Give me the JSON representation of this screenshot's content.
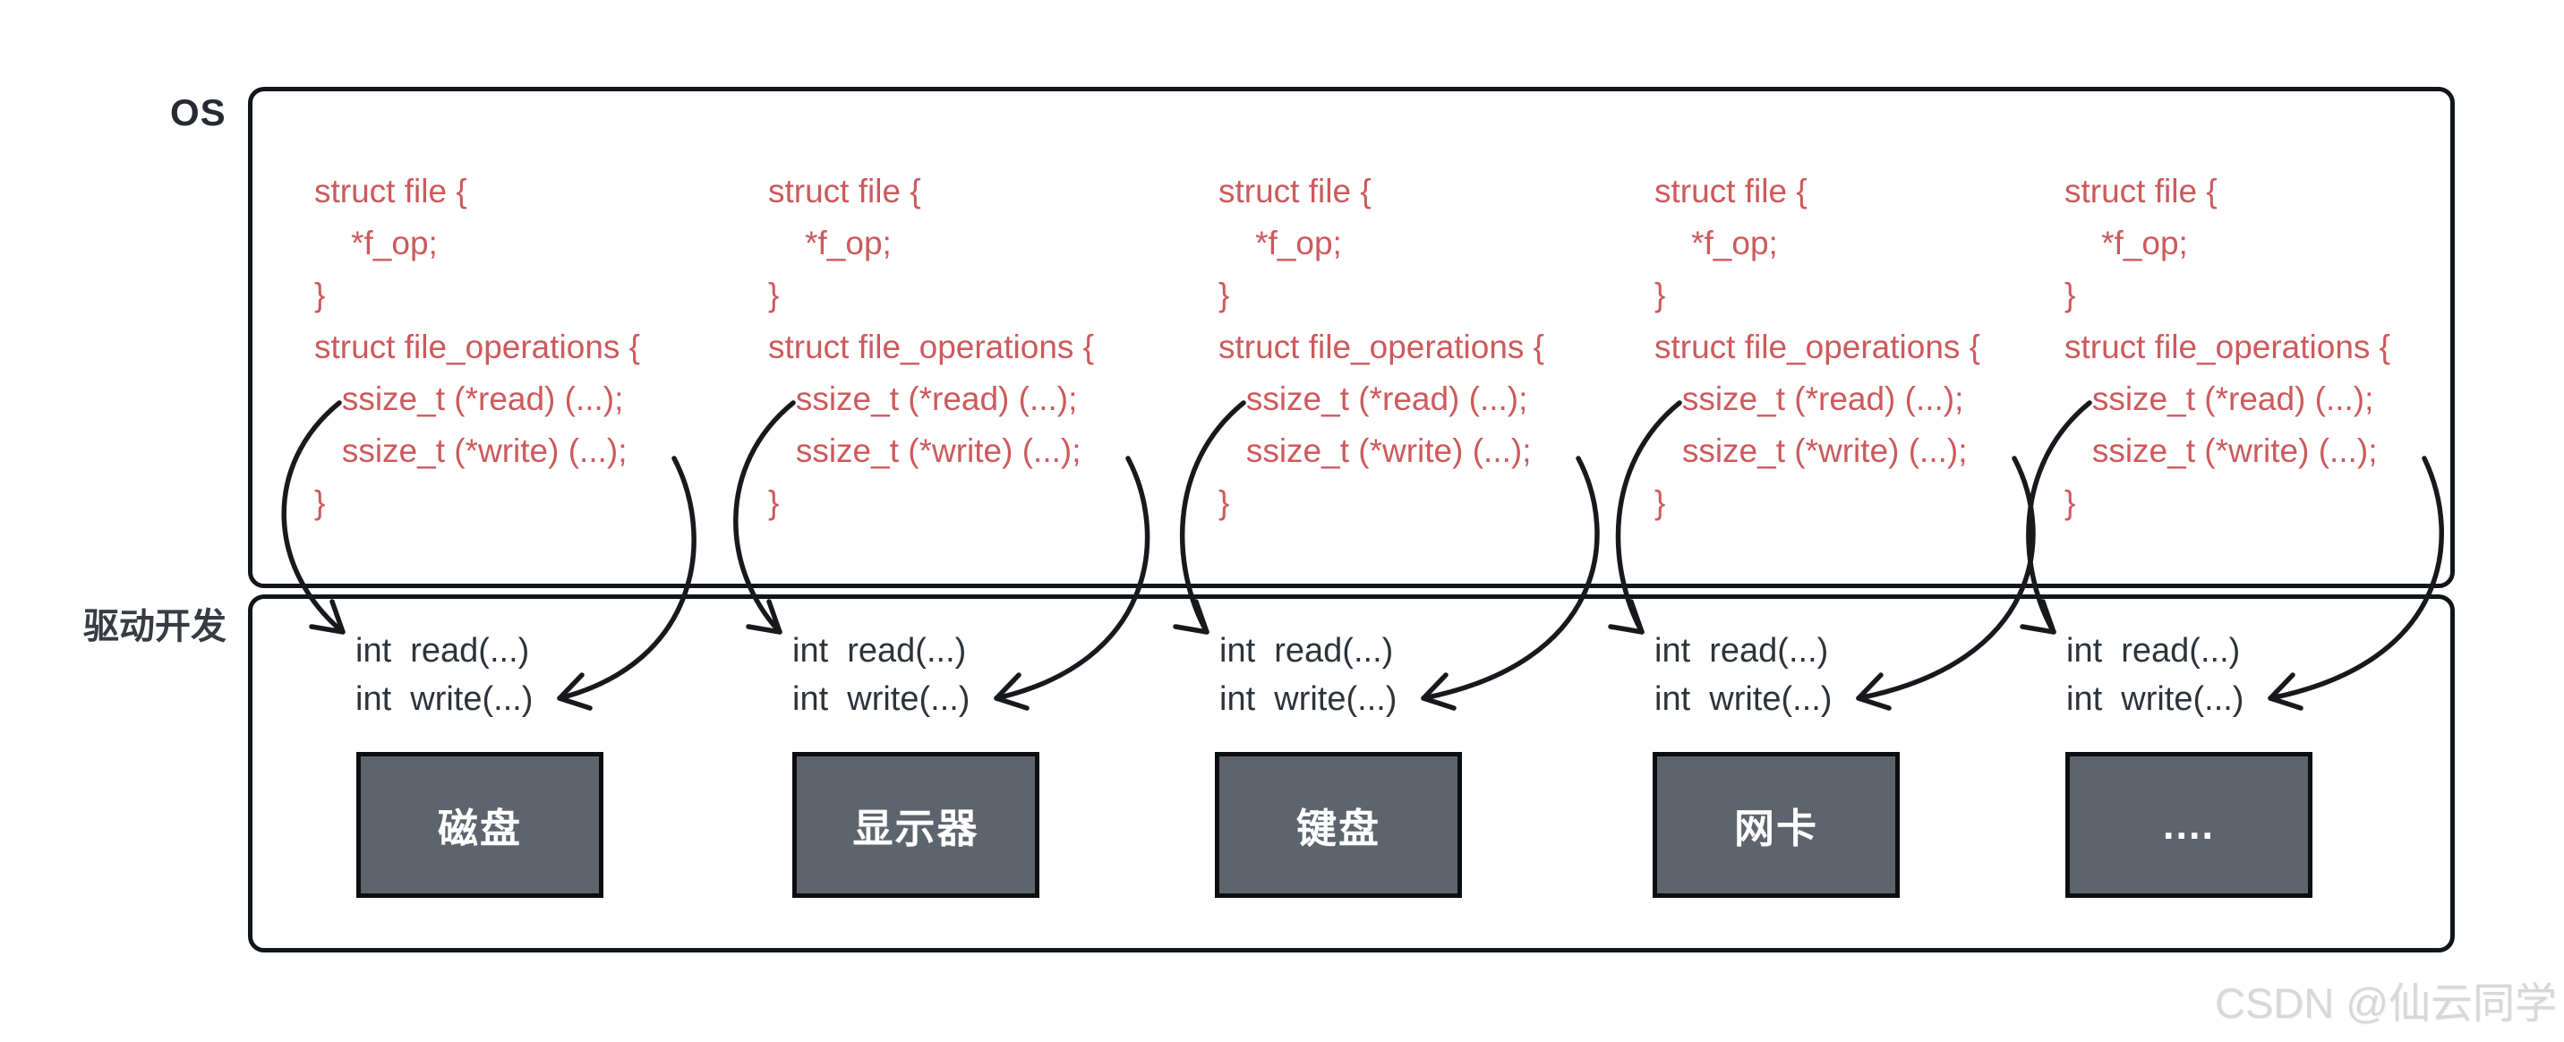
{
  "os_section": {
    "label": "OS"
  },
  "driver_section": {
    "label": "驱动开发"
  },
  "columns": [
    {
      "os_code": "struct file {\n    *f_op;\n}\nstruct file_operations {\n   ssize_t (*read) (...);\n   ssize_t (*write) (...);\n}",
      "driver_code": "int  read(...)\nint  write(...)",
      "device": "磁盘"
    },
    {
      "os_code": "struct file {\n    *f_op;\n}\nstruct file_operations {\n   ssize_t (*read) (...);\n   ssize_t (*write) (...);\n}",
      "driver_code": "int  read(...)\nint  write(...)",
      "device": "显示器"
    },
    {
      "os_code": "struct file {\n    *f_op;\n}\nstruct file_operations {\n   ssize_t (*read) (...);\n   ssize_t (*write) (...);\n}",
      "driver_code": "int  read(...)\nint  write(...)",
      "device": "键盘"
    },
    {
      "os_code": "struct file {\n    *f_op;\n}\nstruct file_operations {\n   ssize_t (*read) (...);\n   ssize_t (*write) (...);\n}",
      "driver_code": "int  read(...)\nint  write(...)",
      "device": "网卡"
    },
    {
      "os_code": "struct file {\n    *f_op;\n}\nstruct file_operations {\n   ssize_t (*read) (...);\n   ssize_t (*write) (...);\n}",
      "driver_code": "int  read(...)\nint  write(...)",
      "device": "...."
    }
  ],
  "watermark": "CSDN @仙云同学",
  "colors": {
    "code_red": "#cc5a5c",
    "code_dark": "#2d333b",
    "device_fill": "#5e646d",
    "stroke": "#17191c",
    "watermark": "#d8d8d8"
  }
}
